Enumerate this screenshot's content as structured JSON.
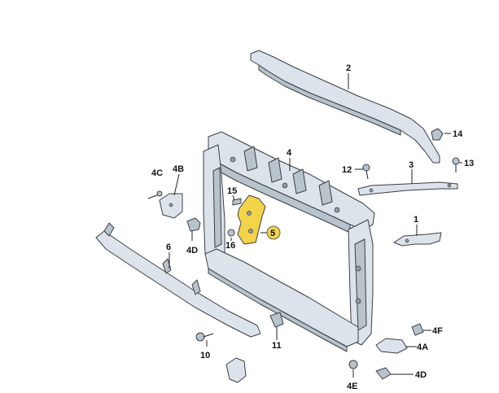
{
  "labels": {
    "p1": "1",
    "p2": "2",
    "p3": "3",
    "p4": "4",
    "p4A": "4A",
    "p4B": "4B",
    "p4C": "4C",
    "p4D_left": "4D",
    "p4D_right": "4D",
    "p4E": "4E",
    "p4F": "4F",
    "p5": "5",
    "p6": "6",
    "p10": "10",
    "p11": "11",
    "p12": "12",
    "p13": "13",
    "p14": "14",
    "p15": "15",
    "p16": "16"
  },
  "colors": {
    "highlight": "#f2d34a",
    "part_fill": "#dce3ea",
    "outline": "#3a3f45"
  }
}
